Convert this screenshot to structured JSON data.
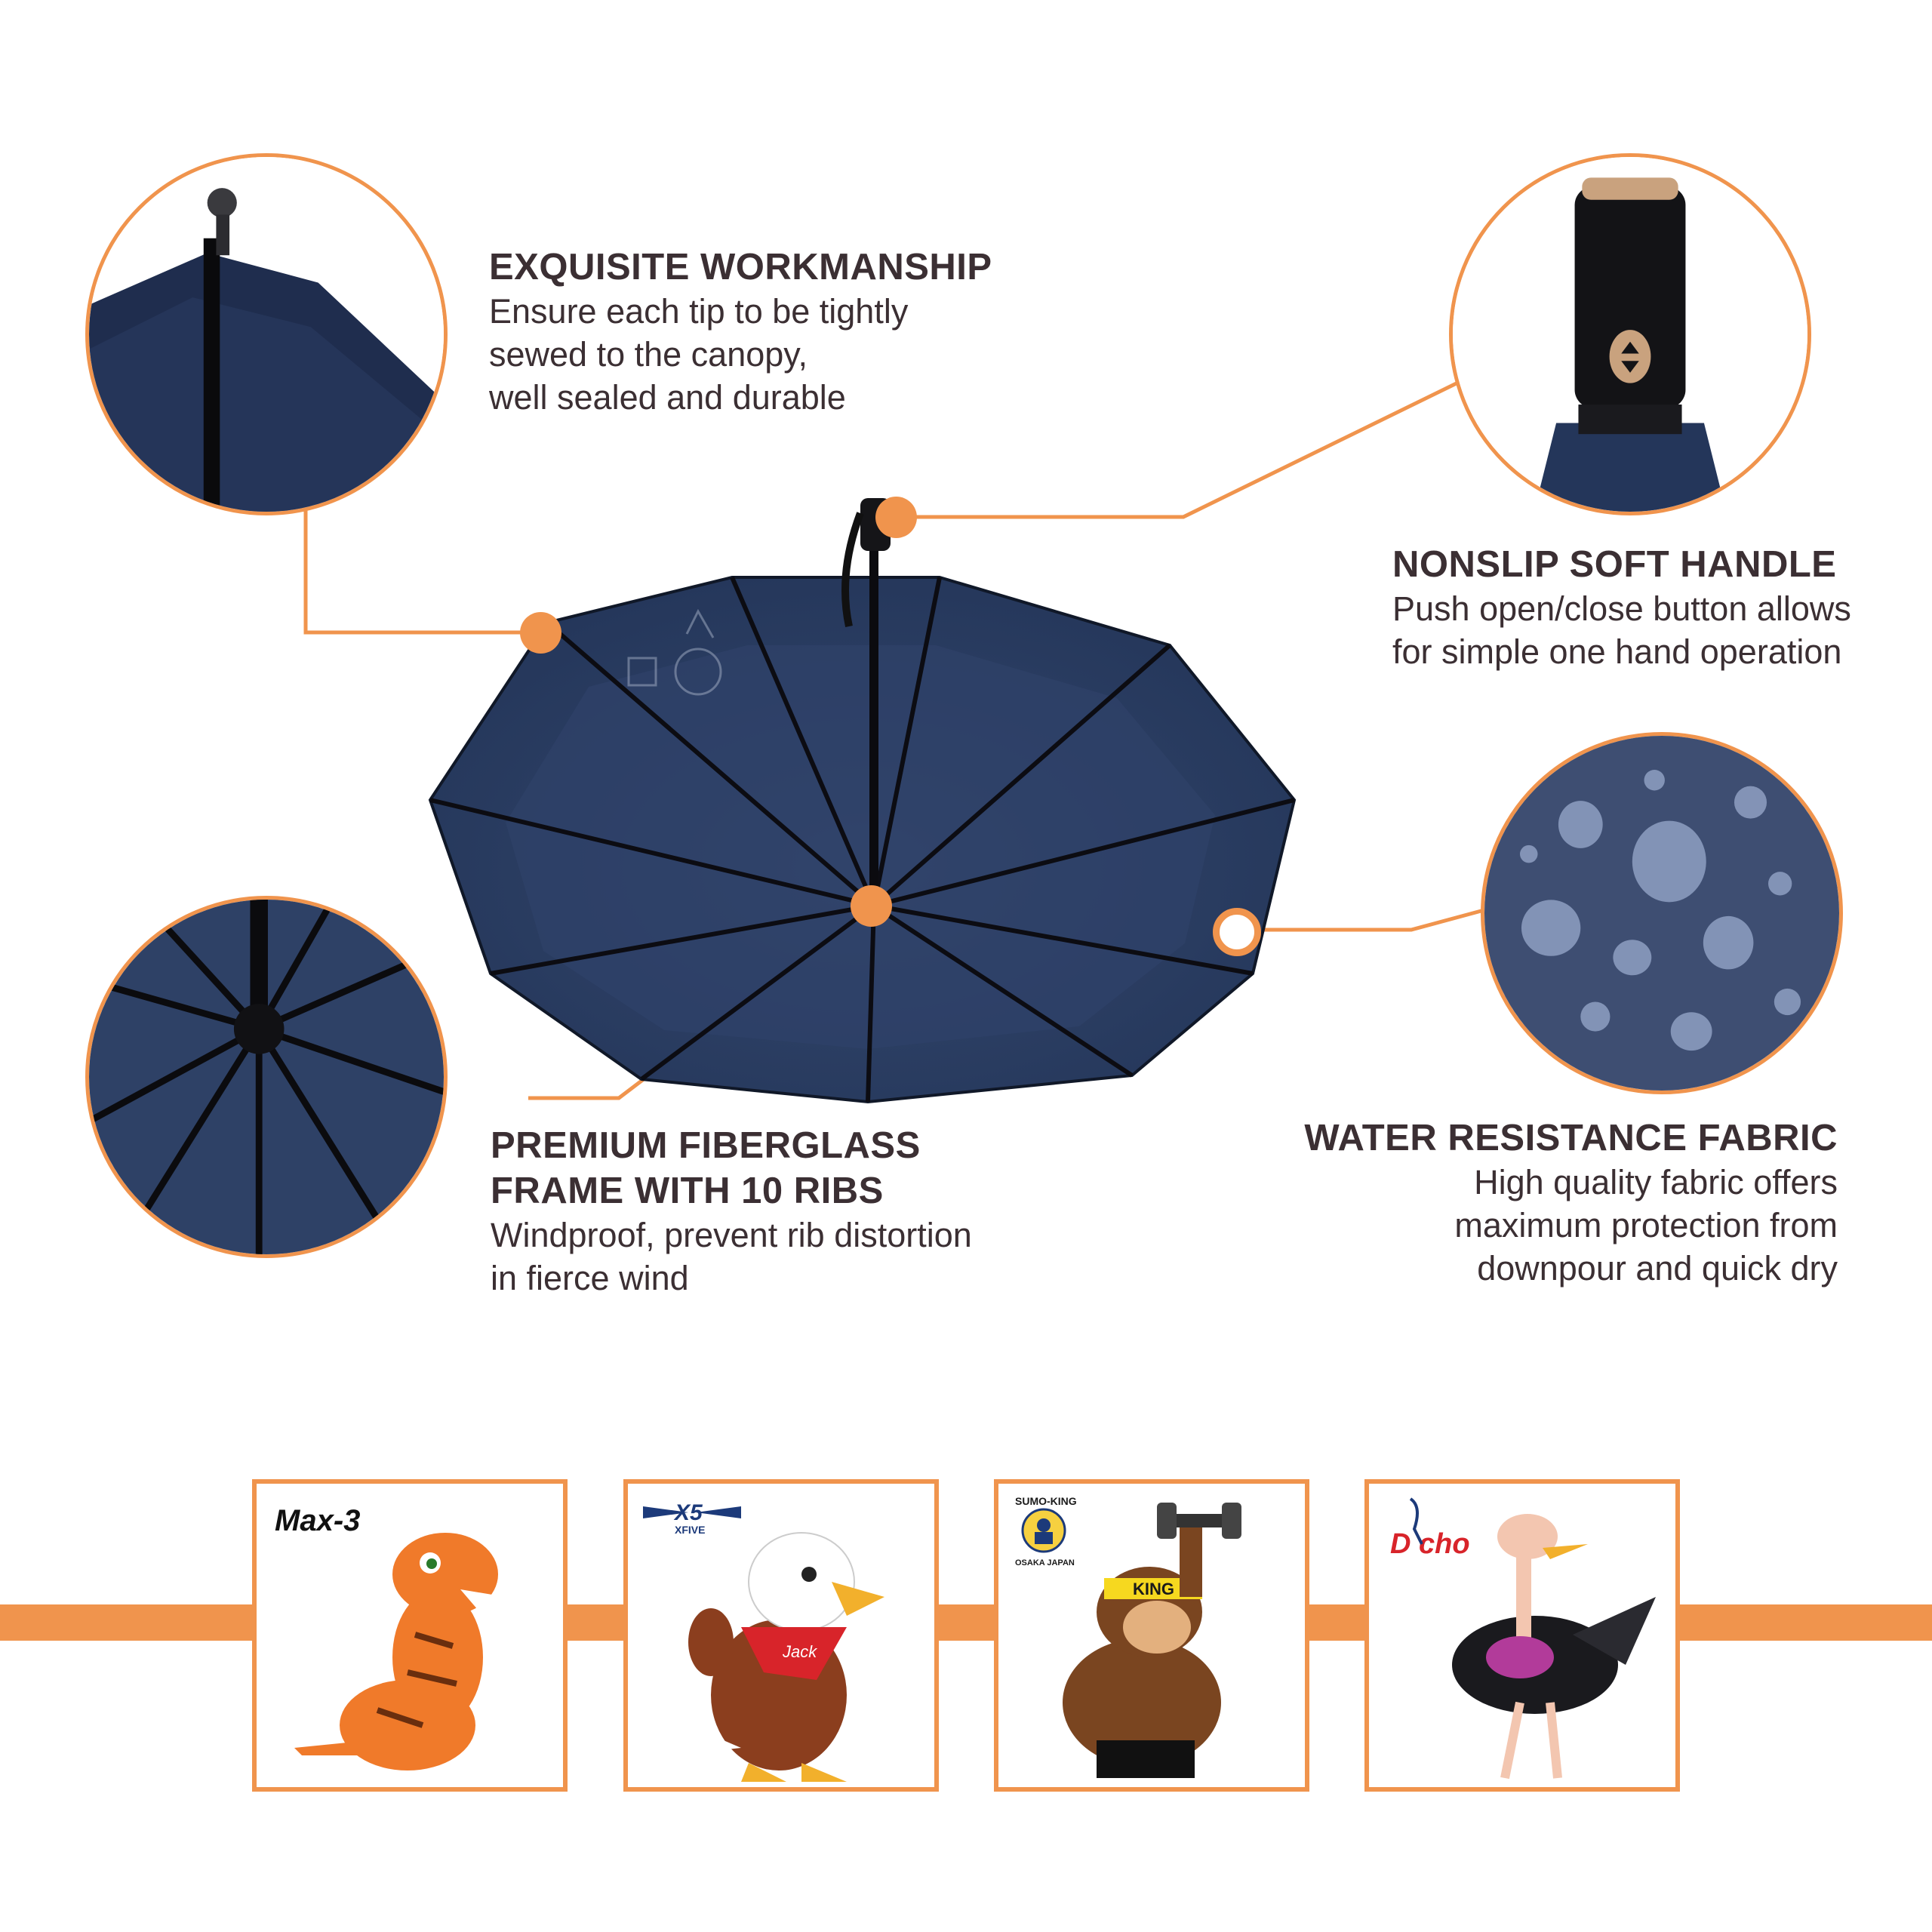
{
  "colors": {
    "accent": "#f0944d",
    "text": "#3b2f33",
    "canopy": "#2c3e62",
    "canopy_dark": "#1e2c49"
  },
  "features": {
    "workmanship": {
      "title": "EXQUISITE WORKMANSHIP",
      "desc": [
        "Ensure each tip to be tightly",
        "sewed to the canopy,",
        "well sealed and durable"
      ]
    },
    "handle": {
      "title": "NONSLIP SOFT HANDLE",
      "desc": [
        "Push open/close button allows",
        "for simple one hand operation"
      ]
    },
    "frame": {
      "title": [
        "PREMIUM FIBERGLASS",
        "FRAME WITH 10 RIBS"
      ],
      "desc": [
        "Windproof, prevent rib distortion",
        "in fierce wind"
      ]
    },
    "fabric": {
      "title": "WATER RESISTANCE FABRIC",
      "desc": [
        "High quality fabric offers",
        "maximum protection from",
        "downpour and quick dry"
      ]
    }
  },
  "brands": [
    {
      "logo": "Max-3",
      "mascot": "orange-dinosaur"
    },
    {
      "logo": "X5",
      "sub": "XFIVE",
      "mascot": "eagle",
      "mascot_text": "Jack"
    },
    {
      "logo": "SUMO-KING",
      "sub": "OSAKA JAPAN",
      "mascot": "gorilla",
      "mascot_text": "KING"
    },
    {
      "logo": "D cho",
      "mascot": "ostrich"
    }
  ]
}
